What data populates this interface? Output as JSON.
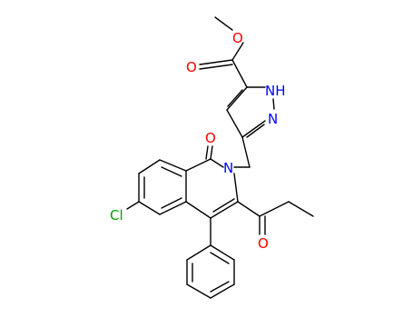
{
  "colors": {
    "bond": "#000000",
    "oxygen": "#ff0000",
    "nitrogen": "#0000ff",
    "chlorine": "#00a000",
    "background": "#ffffff"
  },
  "atoms": {
    "o_ester_single": "O",
    "o_ester_double": "O",
    "nh": "NH",
    "n_pyrazole": "N",
    "o_lactam": "O",
    "n_ring": "N",
    "cl": "Cl",
    "o_ketone": "O"
  }
}
